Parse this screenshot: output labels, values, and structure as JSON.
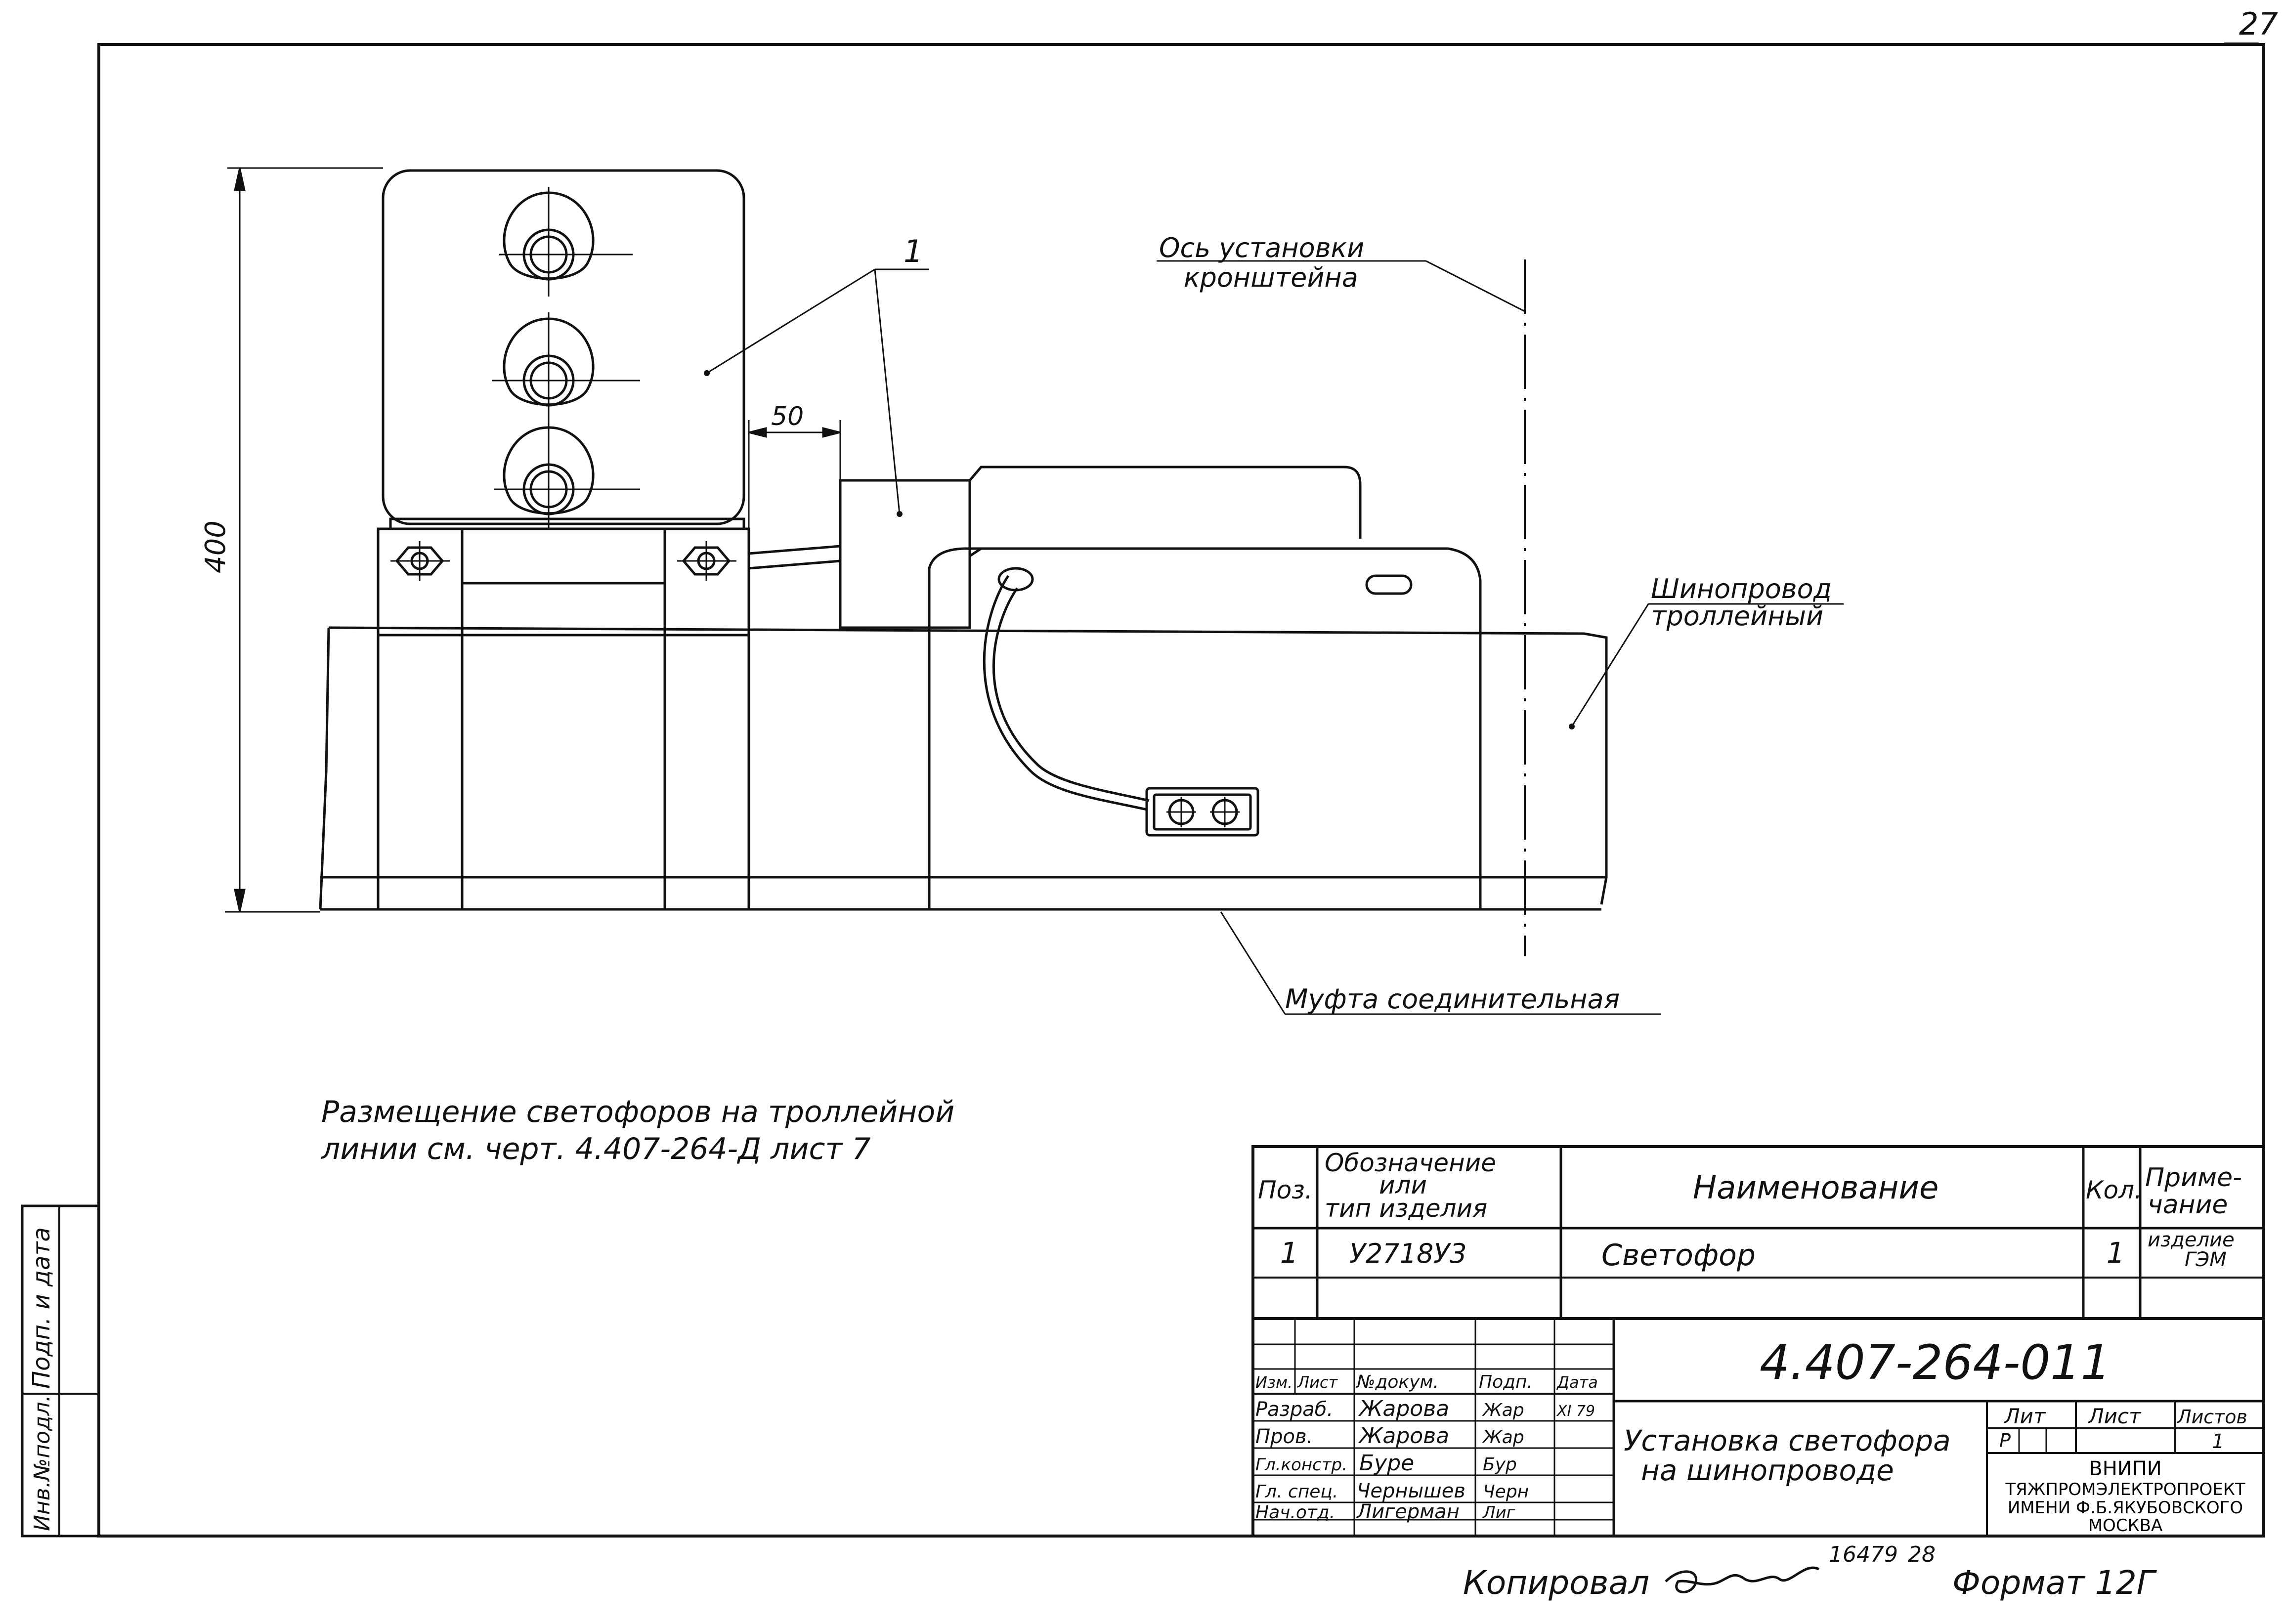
{
  "sheet": {
    "page_number": "27",
    "format_label": "Формат 12Г",
    "copied_label": "Копировал",
    "copy_number": "16479",
    "copy_number_2": "28"
  },
  "drawing": {
    "callout_position": "1",
    "dimension_height": "400",
    "dimension_gap": "50",
    "axis_label_line1": "Ось установки",
    "axis_label_line2": "кронштейна",
    "busway_label_line1": "Шинопровод",
    "busway_label_line2": "троллейный",
    "coupling_label": "Муфта соединительная"
  },
  "note": {
    "line1": "Размещение светофоров на троллейной",
    "line2": "линии см. черт. 4.407-264-Д лист 7"
  },
  "left_margin": {
    "inv_label": "Инв.№подл.",
    "sign_label": "Подп. и дата"
  },
  "spec": {
    "headers": {
      "pos": "Поз.",
      "designation_l1": "Обозначение",
      "designation_l2": "или",
      "designation_l3": "тип изделия",
      "name": "Наименование",
      "qty": "Кол.",
      "note_l1": "Приме-",
      "note_l2": "чание"
    },
    "rows": [
      {
        "pos": "1",
        "designation": "У2718У3",
        "name": "Светофор",
        "qty": "1",
        "note_l1": "изделие",
        "note_l2": "ГЭМ"
      }
    ]
  },
  "title_block": {
    "doc_code": "4.407-264-011",
    "col_headers": {
      "izm": "Изм.",
      "list": "Лист",
      "doc": "№докум.",
      "sign": "Подп.",
      "date": "Дата"
    },
    "people": [
      {
        "role": "Разраб.",
        "name": "Жарова",
        "sign": "Жар",
        "date": "XI 79"
      },
      {
        "role": "Пров.",
        "name": "Жарова",
        "sign": "Жар",
        "date": ""
      },
      {
        "role": "Гл.констр.",
        "name": "Буре",
        "sign": "Бур",
        "date": ""
      },
      {
        "role": "Гл. спец.",
        "name": "Чернышев",
        "sign": "Черн",
        "date": ""
      },
      {
        "role": "Нач.отд.",
        "name": "Лигерман",
        "sign": "Лиг",
        "date": ""
      }
    ],
    "title_line1": "Установка светофора",
    "title_line2": "на шинопроводе",
    "lit_label": "Лит",
    "sheet_label": "Лист",
    "sheets_label": "Листов",
    "lit_value": "Р",
    "sheets_value": "1",
    "org_line1": "ВНИПИ",
    "org_line2": "ТЯЖПРОМЭЛЕКТРОПРОЕКТ",
    "org_line3": "ИМЕНИ Ф.Б.ЯКУБОВСКОГО",
    "org_line4": "МОСКВА"
  }
}
